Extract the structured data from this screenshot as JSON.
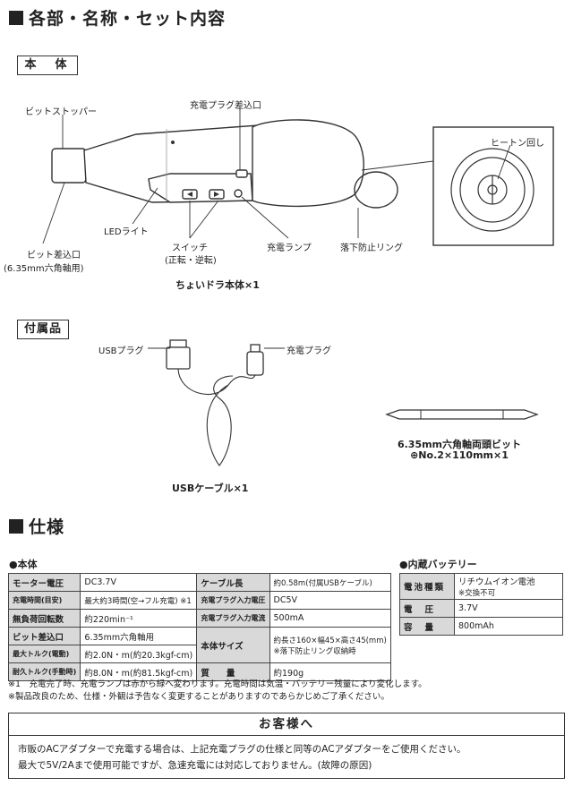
{
  "section1": {
    "title": "各部・名称・セット内容"
  },
  "body_part": {
    "label": "本　体",
    "callouts": {
      "bit_stopper": "ビットストッパー",
      "charge_plug_port": "充電プラグ差込口",
      "hinton_rotation": "ヒートン回し",
      "led_light": "LEDライト",
      "switch": "スイッチ",
      "switch_sub": "(正転・逆転)",
      "charge_lamp": "充電ランプ",
      "drop_ring": "落下防止リング",
      "bit_port": "ビット差込口",
      "bit_port_sub": "(6.35mm六角軸用)"
    },
    "caption": "ちょいドラ本体×1"
  },
  "accessories": {
    "label": "付属品",
    "usb_plug": "USBプラグ",
    "charge_plug": "充電プラグ",
    "usb_cable_caption": "USBケーブル×1",
    "bit_caption_1": "6.35mm六角軸両頭ビット",
    "bit_caption_2": "⊕No.2×110mm×1"
  },
  "section2": {
    "title": "仕様"
  },
  "spec": {
    "heading": "●本体",
    "rows": [
      {
        "k1": "モーター電圧",
        "v1": "DC3.7V",
        "k2": "ケーブル長",
        "v2": "約0.58m(付属USBケーブル)"
      },
      {
        "k1": "充電時間(目安)",
        "v1": "最大約3時間(空→フル充電) ※1",
        "k2": "充電プラグ入力電圧",
        "v2": "DC5V"
      },
      {
        "k1": "無負荷回転数",
        "v1": "約220min⁻¹",
        "k2": "充電プラグ入力電流",
        "v2": "500mA"
      },
      {
        "k1": "ビット差込口",
        "v1": "6.35mm六角軸用",
        "k2": "本体サイズ",
        "v2": "約長さ160×幅45×高さ45(mm)",
        "v2b": "※落下防止リング収納時"
      },
      {
        "k1": "最大トルク(電動)",
        "v1": "約2.0N・m(約20.3kgf-cm)"
      },
      {
        "k1": "耐久トルク(手動時)",
        "v1": "約8.0N・m(約81.5kgf-cm)",
        "k2": "質　　量",
        "v2": "約190g"
      }
    ]
  },
  "battery": {
    "heading": "●内蔵バッテリー",
    "rows": [
      {
        "k": "電池種類",
        "v": "リチウムイオン電池",
        "v_sub": "※交換不可"
      },
      {
        "k": "電圧",
        "v": "3.7V"
      },
      {
        "k": "容量",
        "v": "800mAh"
      }
    ]
  },
  "notes": [
    "※1　充電完了時、充電ランプは赤から緑へ変わります。充電時間は気温・バッテリー残量により変化します。",
    "※製品改良のため、仕様・外観は予告なく変更することがありますのであらかじめご了承ください。"
  ],
  "customer": {
    "title": "お客様へ",
    "line1": "市販のACアダプターで充電する場合は、上記充電プラグの仕様と同等のACアダプターをご使用ください。",
    "line2": "最大で5V/2Aまで使用可能ですが、急速充電には対応しておりません。(故障の原因)"
  }
}
